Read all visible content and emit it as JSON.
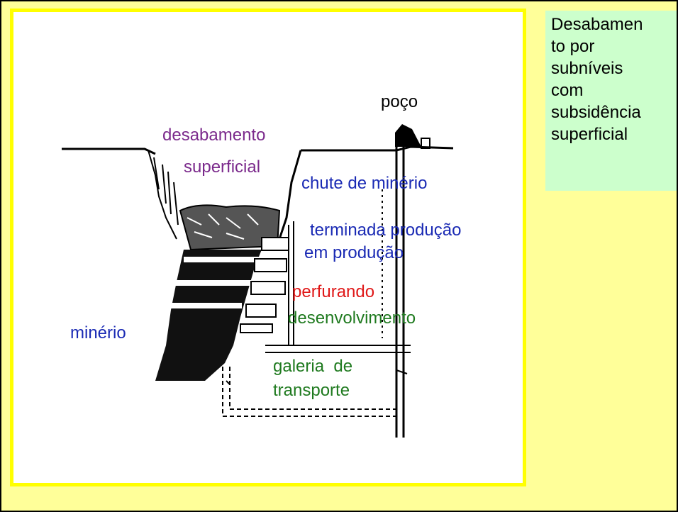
{
  "title": "Desabamento por subníveis com subsidência superficial",
  "title_lines": [
    "Desabamen",
    "to por",
    "subníveis",
    "com",
    "subsidência",
    "superficial"
  ],
  "labels": {
    "poco": "poço",
    "desabamento": "desabamento",
    "superficial": "superficial",
    "chute": "chute de minério",
    "terminada": "terminada produção",
    "em_producao": "em produção",
    "perfurando": "perfurando",
    "desenvolvimento": "desenvolvimento",
    "minerio": "minério",
    "galeria": "galeria  de",
    "transporte": "transporte"
  },
  "colors": {
    "purple": "#7b2a8c",
    "blue": "#1a2ab4",
    "red": "#e01818",
    "green": "#1f7a1f",
    "title_bg": "#ccffcc",
    "page_bg": "#ffff99",
    "border_yellow": "#ffff00"
  }
}
